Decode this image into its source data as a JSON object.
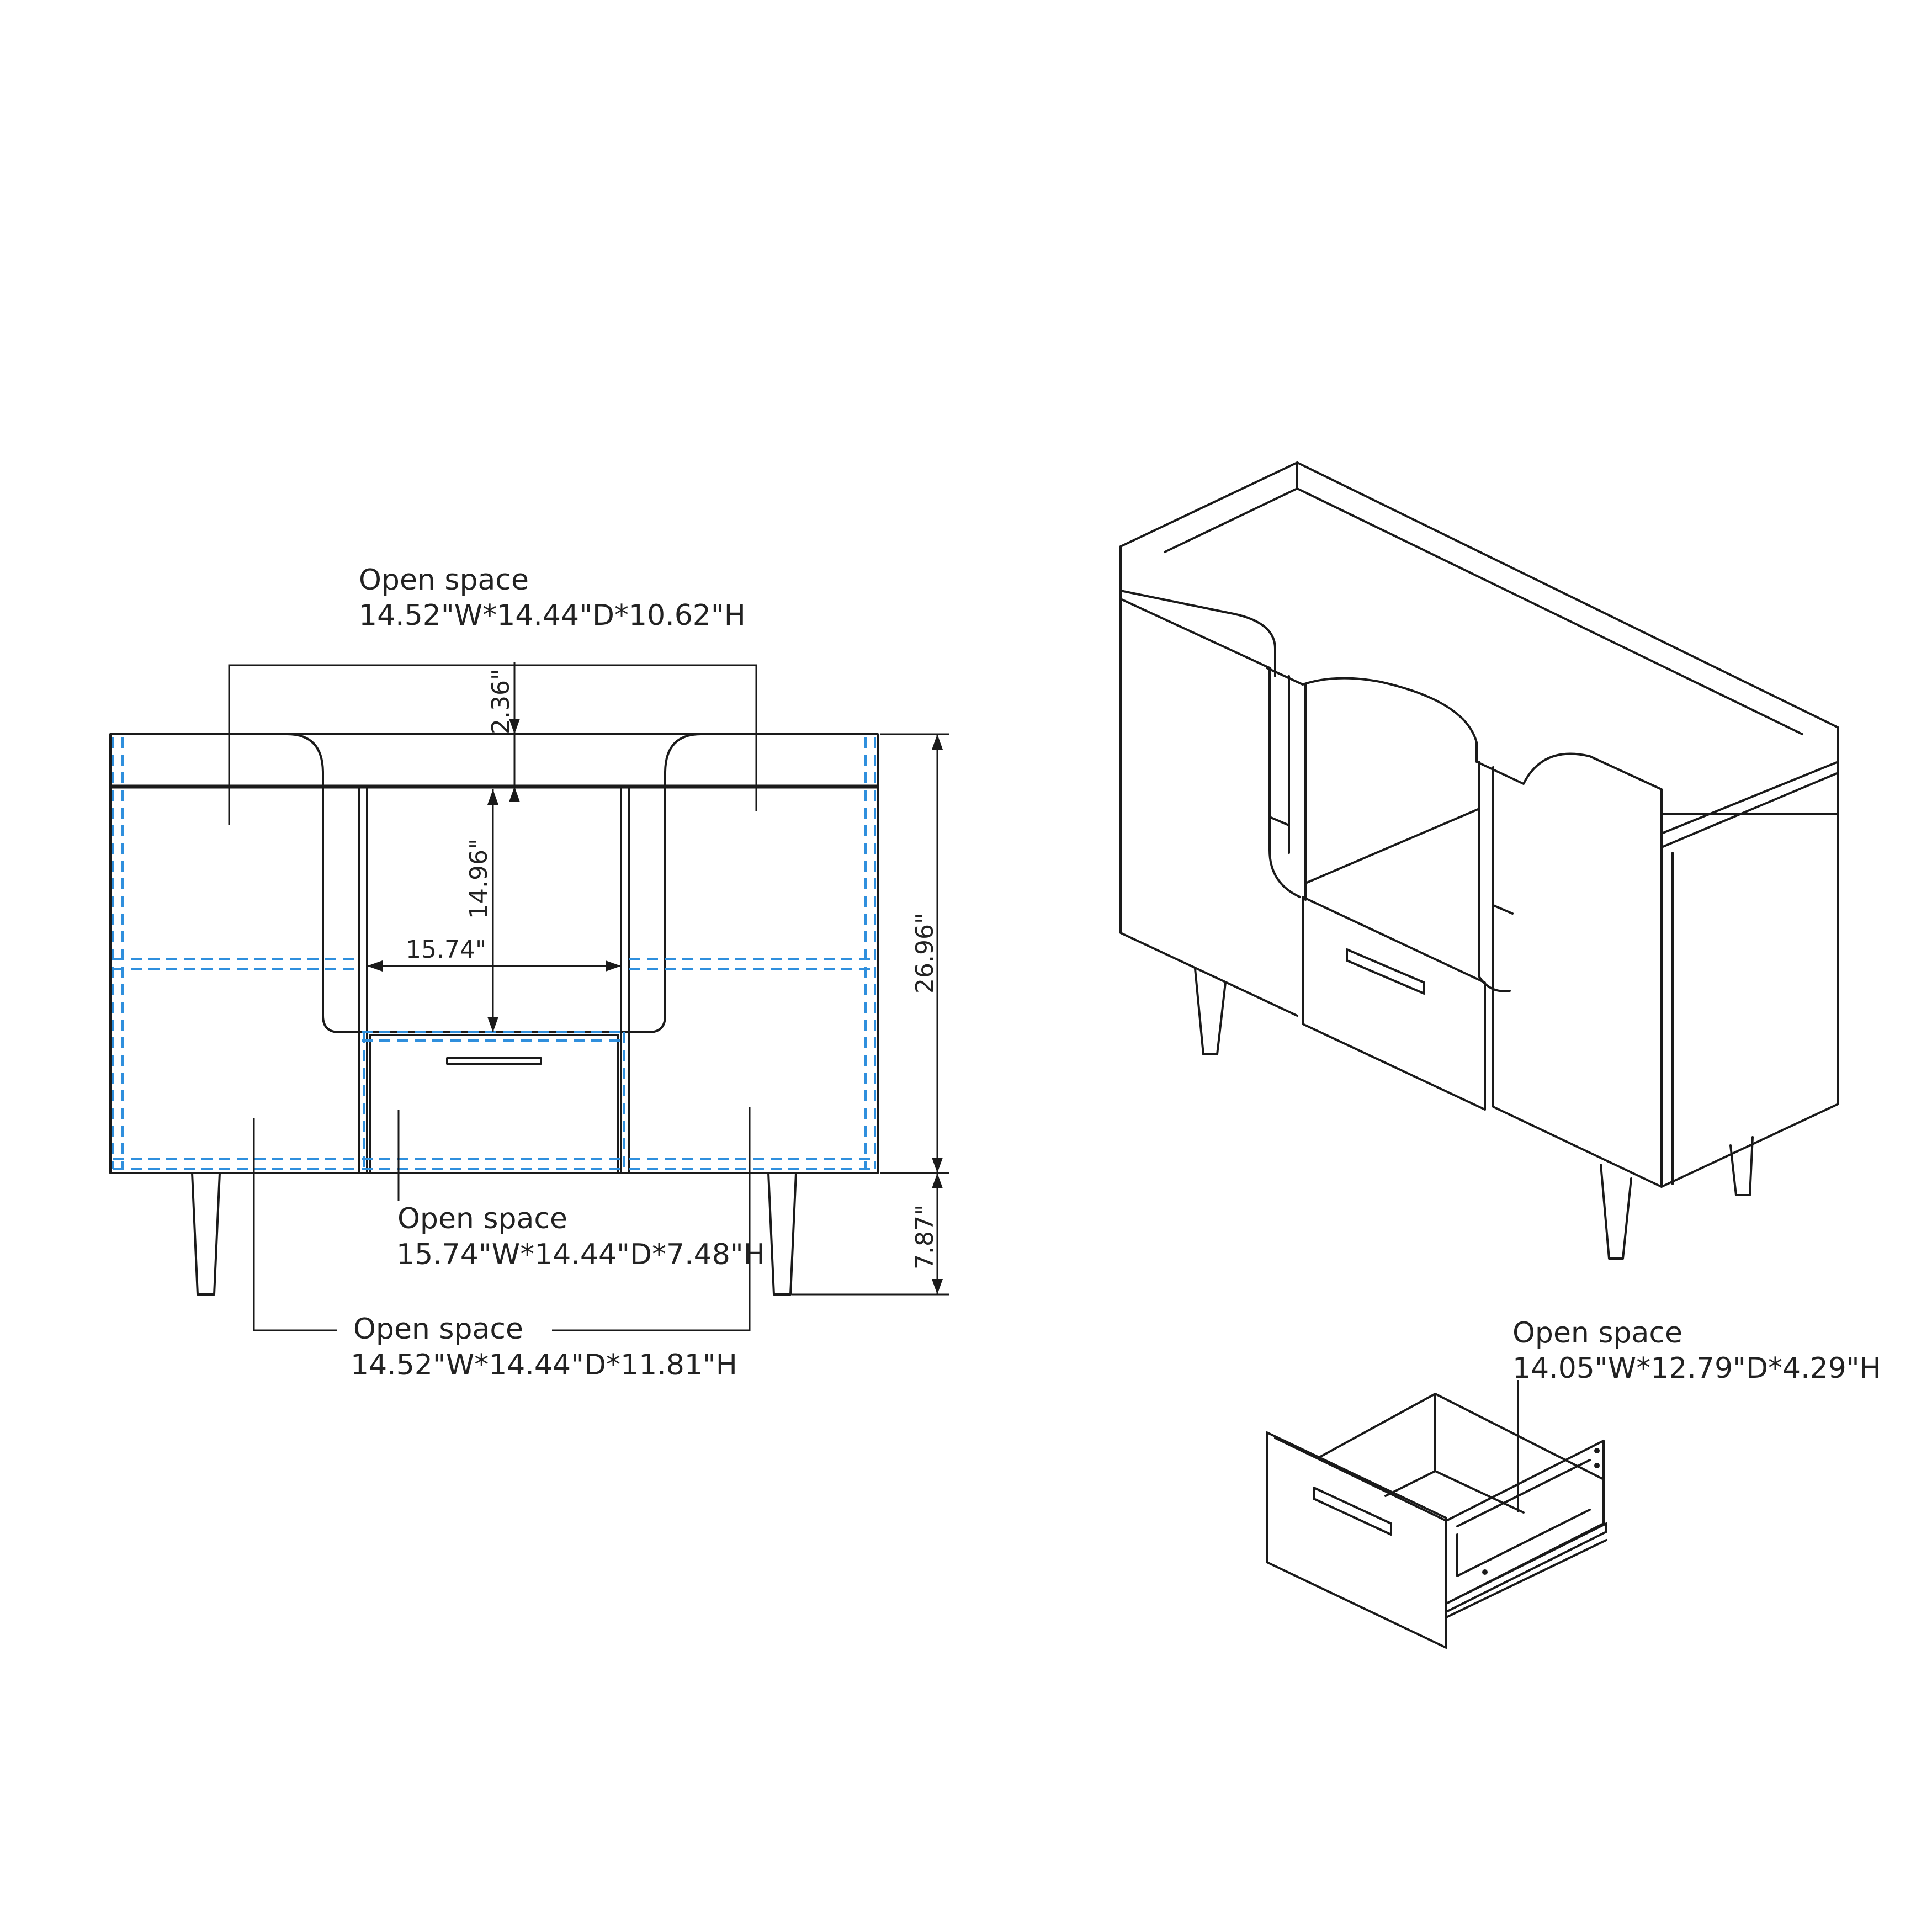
{
  "front_view": {
    "dimensions": {
      "top_gap": "2.36\"",
      "inner_height": "14.96\"",
      "inner_width": "15.74\"",
      "overall_height": "26.96\"",
      "leg_height": "7.87\""
    },
    "callouts": [
      {
        "title": "Open space",
        "size": "14.52\"W*14.44\"D*10.62\"H"
      },
      {
        "title": "Open space",
        "size": "15.74\"W*14.44\"D*7.48\"H"
      },
      {
        "title": "Open space",
        "size": "14.52\"W*14.44\"D*11.81\"H"
      }
    ]
  },
  "drawer_view": {
    "callout": {
      "title": "Open space",
      "size": "14.05\"W*12.79\"D*4.29\"H"
    }
  }
}
